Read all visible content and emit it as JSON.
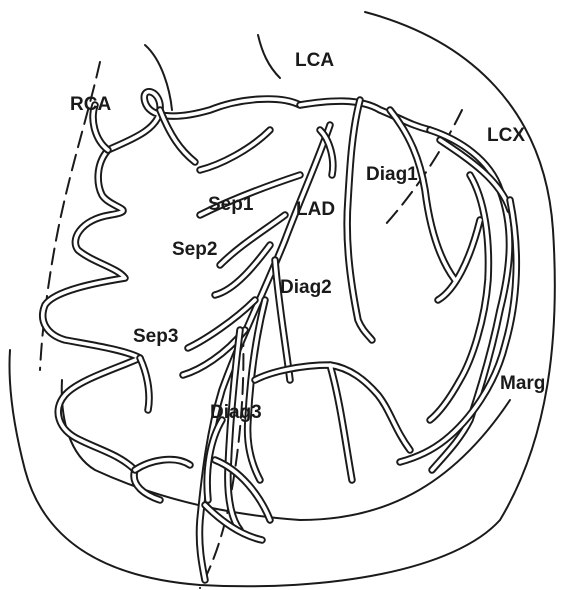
{
  "labels": {
    "rca": "RCA",
    "lca": "LCA",
    "lcx": "LCX",
    "lad": "LAD",
    "diag1": "Diag1",
    "diag2": "Diag2",
    "diag3": "Diag3",
    "sep1": "Sep1",
    "sep2": "Sep2",
    "sep3": "Sep3",
    "marg": "Marg"
  }
}
